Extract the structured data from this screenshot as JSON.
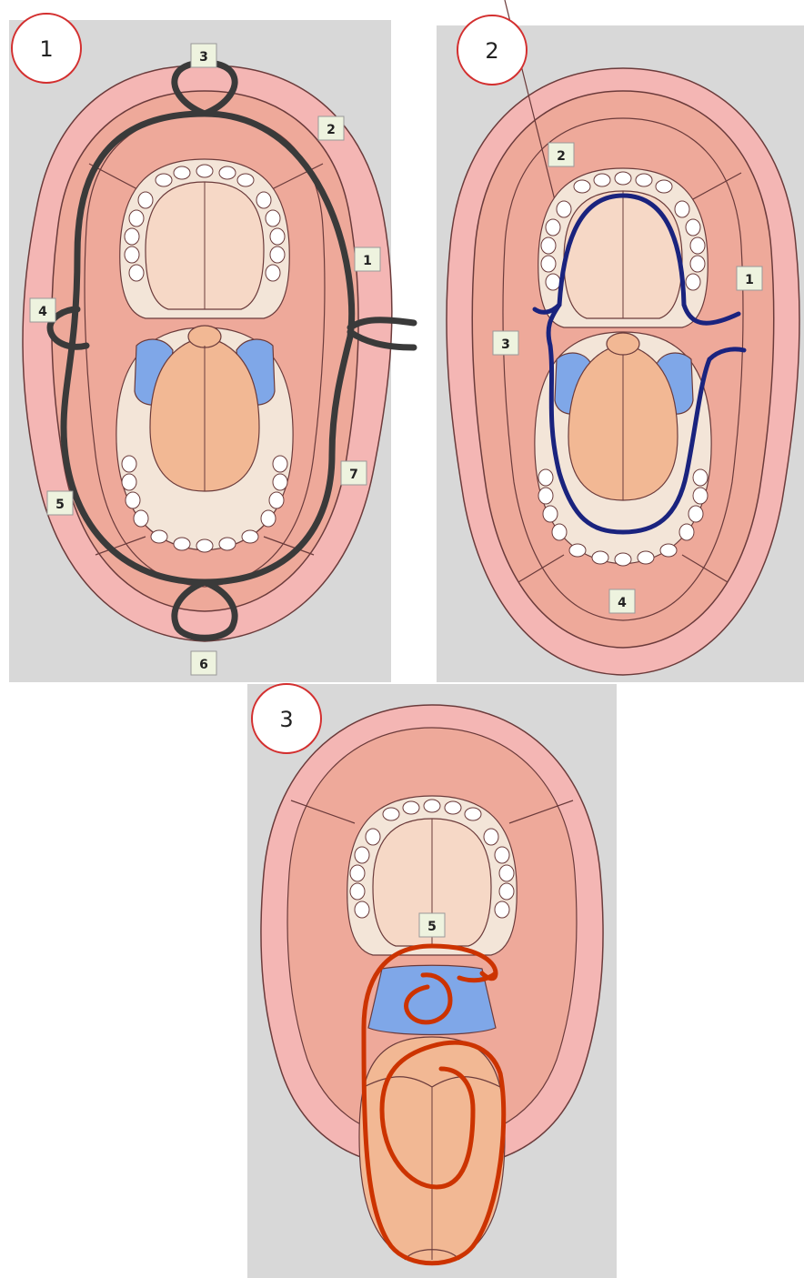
{
  "figure": {
    "panels": [
      {
        "badge": "1",
        "labels": [
          "3",
          "2",
          "1",
          "4",
          "5",
          "7",
          "6"
        ],
        "stroke_color": "#3a3a3a"
      },
      {
        "badge": "2",
        "labels": [
          "2",
          "1",
          "3",
          "4"
        ],
        "stroke_color": "#1a237e"
      },
      {
        "badge": "3",
        "labels": [
          "5"
        ],
        "stroke_color": "#cc3300"
      }
    ]
  },
  "colors": {
    "panel_bg": "#d8d8d8",
    "skin_outer": "#f4b6b4",
    "skin_inner": "#eea99a",
    "palate": "#f6d8c6",
    "tongue": "#f2b894",
    "tonsil": "#7fa7e8",
    "badge_ring": "#d32f2f",
    "label_box": "#eef3df"
  }
}
